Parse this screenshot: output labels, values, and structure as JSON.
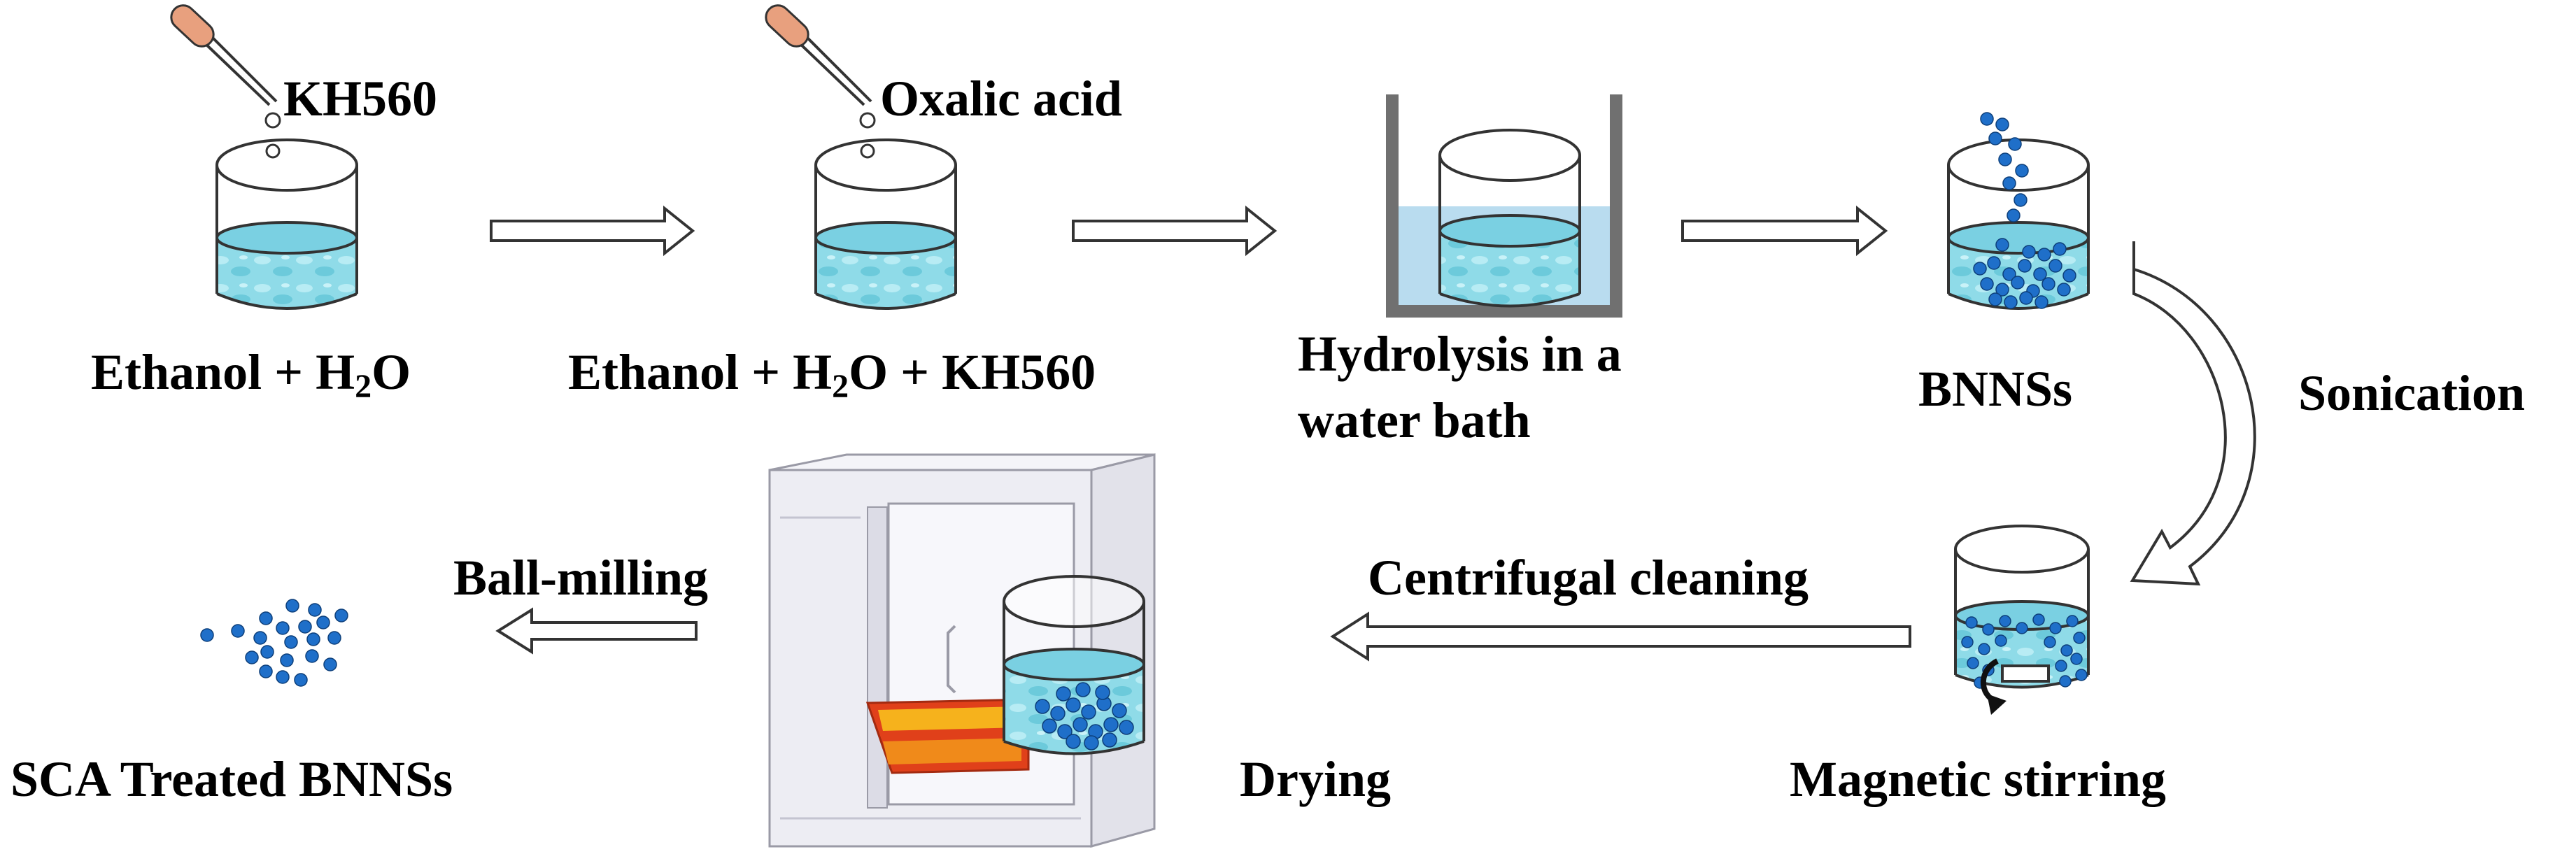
{
  "steps": {
    "beaker1_label": "Ethanol + H₂O",
    "beaker1_label_parts": [
      "Ethanol + H",
      "2",
      "O"
    ],
    "reagent1": "KH560",
    "beaker2_label_parts": [
      "Ethanol + H",
      "2",
      "O + KH560"
    ],
    "reagent2": "Oxalic acid",
    "hydrolysis_label_line1": "Hydrolysis in a",
    "hydrolysis_label_line2": "water bath",
    "bnnss_label": "BNNSs",
    "sonication_label": "Sonication",
    "stirring_label": "Magnetic stirring",
    "centrifugal_label": "Centrifugal cleaning",
    "drying_label": "Drying",
    "ballmilling_label": "Ball-milling",
    "final_label": "SCA Treated BNNSs"
  },
  "colors": {
    "liquid": "#8fdbe8",
    "liquid_dark": "#5fc3d6",
    "particle": "#1f6fc9",
    "water_bath": "#b9dcef",
    "bath_wall": "#707070",
    "dropper_bulb": "#e8a07e",
    "oven_body": "#ececf2",
    "heater": "#e0401a"
  },
  "icons": [
    "dropper-icon",
    "beaker-icon",
    "water-bath-icon",
    "oven-icon",
    "stir-bar-icon",
    "curved-arrow-icon",
    "hollow-arrow-icon"
  ]
}
